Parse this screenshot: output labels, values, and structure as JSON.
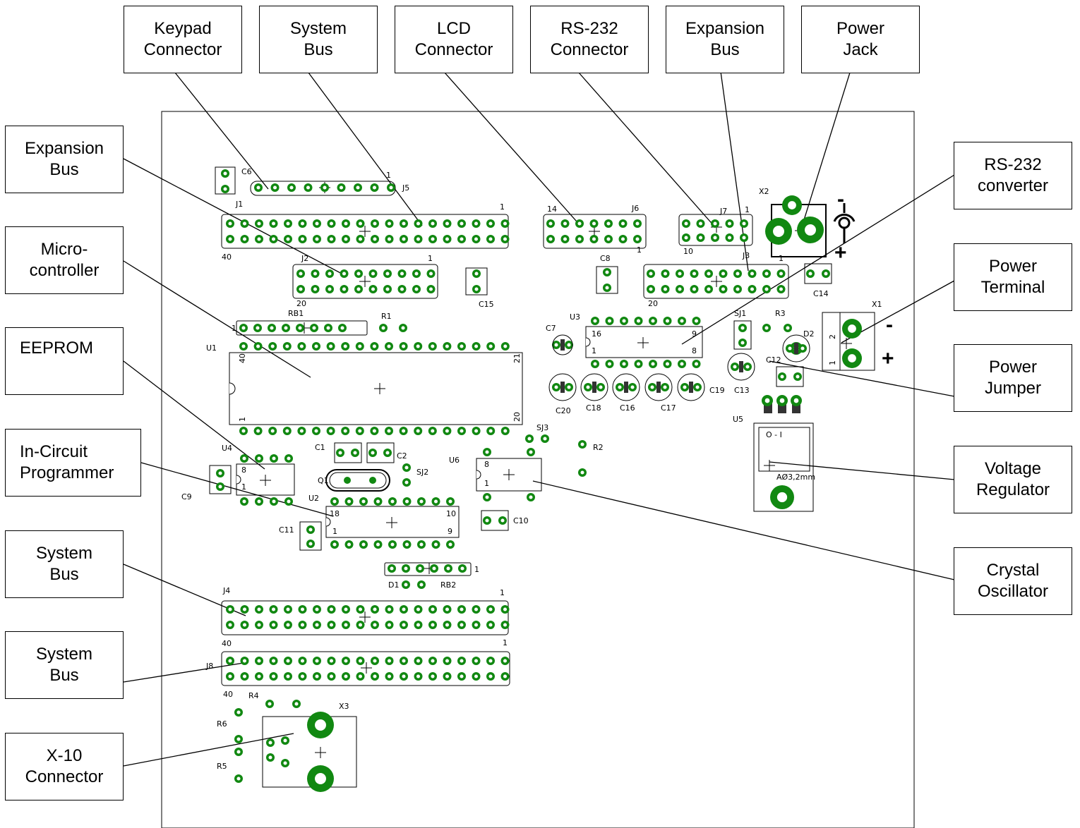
{
  "callouts": {
    "keypad_connector": "Keypad\nConnector",
    "system_bus_top": "System\nBus",
    "lcd_connector": "LCD\nConnector",
    "rs232_connector": "RS-232\nConnector",
    "expansion_bus_top": "Expansion\nBus",
    "power_jack": "Power\nJack",
    "expansion_bus_left": "Expansion\nBus",
    "microcontroller": "Micro-\ncontroller",
    "eeprom": "EEPROM",
    "in_circuit_programmer": "In-Circuit\nProgrammer",
    "system_bus_left_1": "System\nBus",
    "system_bus_left_2": "System\nBus",
    "x10_connector": "X-10\nConnector",
    "rs232_converter": "RS-232\nconverter",
    "power_terminal": "Power\nTerminal",
    "power_jumper": "Power\nJumper",
    "voltage_regulator": "Voltage\nRegulator",
    "crystal_oscillator": "Crystal\nOscillator"
  },
  "board_labels": {
    "c6": "C6",
    "j5": "J5",
    "j5_pin1": "1",
    "j1": "J1",
    "j1_pin1": "1",
    "j1_pin40": "40",
    "j6": "J6",
    "j6_pin14": "14",
    "j6_pin1": "1",
    "j7": "J7",
    "j7_pin1": "1",
    "j7_pin10": "10",
    "x2": "X2",
    "j2": "J2",
    "j2_pin1": "1",
    "j2_pin20": "20",
    "c15": "C15",
    "c8": "C8",
    "j3": "J3",
    "j3_pin1": "1",
    "j3_pin20": "20",
    "c14": "C14",
    "rb1": "RB1",
    "rb1_pin1": "1",
    "r1": "R1",
    "u3": "U3",
    "u3_pin16": "16",
    "u3_pin9": "9",
    "u3_pin1": "1",
    "u3_pin8": "8",
    "c7": "C7",
    "sj1": "SJ1",
    "r3": "R3",
    "d2": "D2",
    "x1": "X1",
    "x1_pin2": "2",
    "x1_pin1": "1",
    "u1": "U1",
    "u1_pin40": "40",
    "u1_pin21": "21",
    "u1_pin1": "1",
    "u1_pin20": "20",
    "c12": "C12",
    "c13": "C13",
    "c20": "C20",
    "c18": "C18",
    "c16": "C16",
    "c17": "C17",
    "c19": "C19",
    "u5": "U5",
    "sj3": "SJ3",
    "r2": "R2",
    "u4": "U4",
    "u4_pin8": "8",
    "u4_pin1": "1",
    "c1": "C1",
    "c2": "C2",
    "sj2": "SJ2",
    "u6": "U6",
    "u6_pin8": "8",
    "u6_pin1": "1",
    "q1": "Q1",
    "c9": "C9",
    "u2": "U2",
    "u2_pin18": "18",
    "u2_pin10": "10",
    "u2_pin1": "1",
    "u2_pin9": "9",
    "c11": "C11",
    "c10": "C10",
    "u5_marks": "O  -  I",
    "u5_hole": "AØ3,2mm",
    "d1": "D1",
    "rb2": "RB2",
    "rb2_pin1": "1",
    "j4": "J4",
    "j4_pin1": "1",
    "j4_pin40": "40",
    "j8": "J8",
    "j8_pin1": "1",
    "j8_pin40": "40",
    "r4": "R4",
    "x3": "X3",
    "r6": "R6",
    "r5": "R5",
    "minus": "-",
    "plus": "+",
    "jack_minus": "-",
    "jack_plus": "+"
  },
  "colors": {
    "pad": "#118811",
    "pad_hole": "#ffffff",
    "outline": "#000000",
    "capacitor_fill": "#333333"
  }
}
